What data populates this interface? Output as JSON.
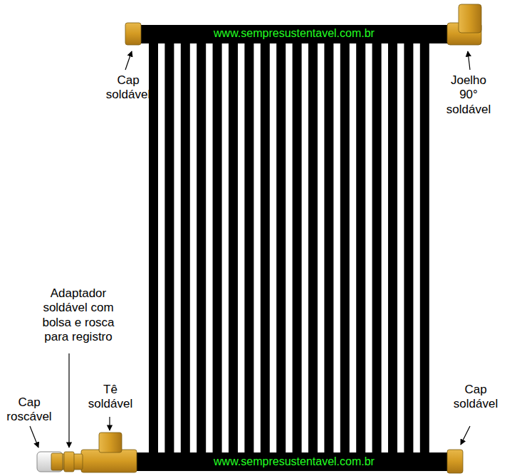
{
  "diagram": {
    "labels": [
      "www.sempresustentavel.com.br",
      "Cap soldável",
      "Joelho 90° soldável",
      "Adaptador soldável com bolsa e rosca para registro",
      "Tê soldável",
      "Cap roscável",
      "www.sempresustentavel.com.br",
      "Cap soldável"
    ]
  }
}
